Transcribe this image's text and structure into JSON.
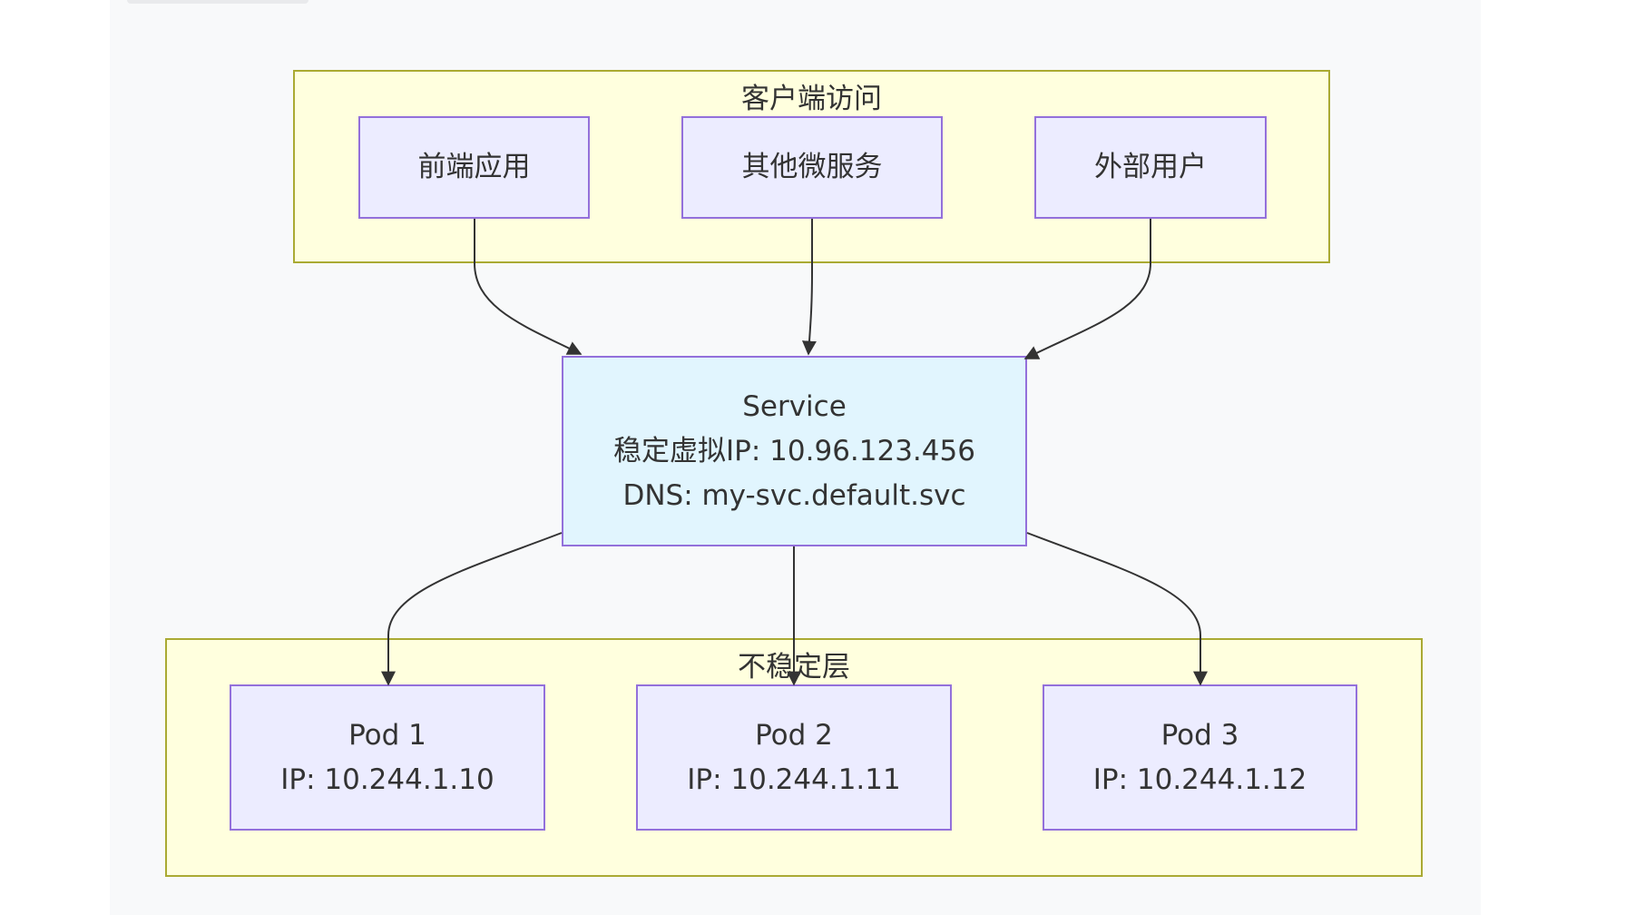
{
  "clusters": {
    "client": {
      "title": "客户端访问"
    },
    "unstable": {
      "title": "不稳定层"
    }
  },
  "nodes": {
    "frontend": {
      "label": "前端应用"
    },
    "microservices": {
      "label": "其他微服务"
    },
    "external_users": {
      "label": "外部用户"
    },
    "service": {
      "line1": "Service",
      "line2": "稳定虚拟IP: 10.96.123.456",
      "line3": "DNS: my-svc.default.svc"
    },
    "pod1": {
      "name": "Pod 1",
      "ip": "IP: 10.244.1.10"
    },
    "pod2": {
      "name": "Pod 2",
      "ip": "IP: 10.244.1.11"
    },
    "pod3": {
      "name": "Pod 3",
      "ip": "IP: 10.244.1.12"
    }
  },
  "edges": [
    {
      "from": "前端应用",
      "to": "Service"
    },
    {
      "from": "其他微服务",
      "to": "Service"
    },
    {
      "from": "外部用户",
      "to": "Service"
    },
    {
      "from": "Service",
      "to": "Pod 1"
    },
    {
      "from": "Service",
      "to": "Pod 2"
    },
    {
      "from": "Service",
      "to": "Pod 3"
    }
  ],
  "colors": {
    "cluster_fill": "#ffffde",
    "cluster_border": "#aaaa33",
    "node_fill": "#ececff",
    "node_border": "#9370db",
    "service_fill": "#e1f5fe",
    "edge": "#333333",
    "text": "#333333"
  }
}
